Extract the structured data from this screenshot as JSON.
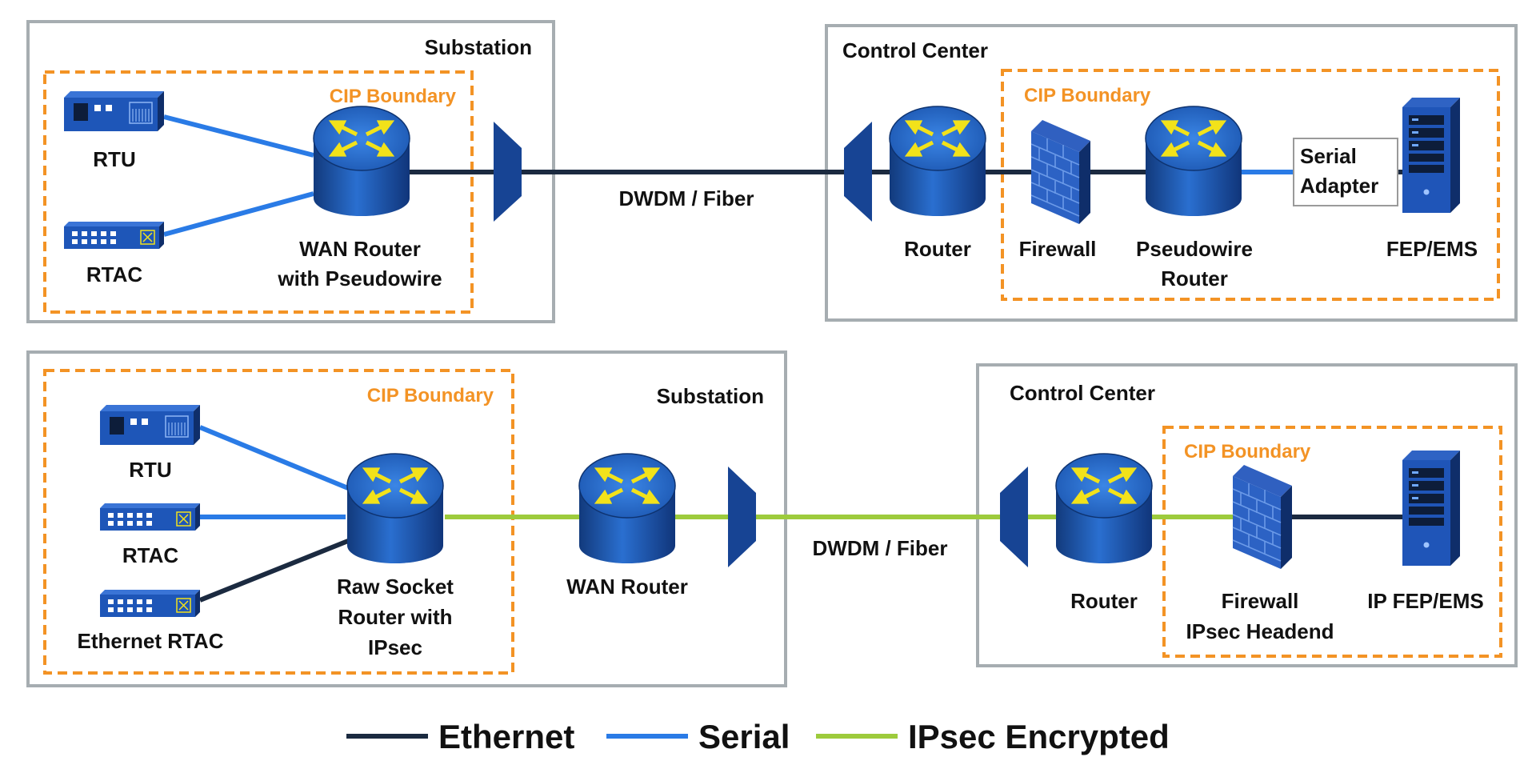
{
  "top": {
    "substation": {
      "title": "Substation",
      "cip_label": "CIP Boundary",
      "rtu_label": "RTU",
      "rtac_label": "RTAC",
      "router_label_1": "WAN Router",
      "router_label_2": "with Pseudowire"
    },
    "link_label": "DWDM / Fiber",
    "control": {
      "title": "Control Center",
      "cip_label": "CIP Boundary",
      "router_label": "Router",
      "firewall_label": "Firewall",
      "pw_router_label_1": "Pseudowire",
      "pw_router_label_2": "Router",
      "adapter_label_1": "Serial",
      "adapter_label_2": "Adapter",
      "server_label": "FEP/EMS"
    }
  },
  "bottom": {
    "substation": {
      "title": "Substation",
      "cip_label": "CIP Boundary",
      "rtu_label": "RTU",
      "rtac_label": "RTAC",
      "eth_rtac_label": "Ethernet RTAC",
      "router_label_1": "Raw Socket",
      "router_label_2": "Router with",
      "router_label_3": "IPsec",
      "wan_router_label": "WAN Router"
    },
    "link_label": "DWDM / Fiber",
    "control": {
      "title": "Control Center",
      "cip_label": "CIP Boundary",
      "router_label": "Router",
      "firewall_label_1": "Firewall",
      "firewall_label_2": "IPsec Headend",
      "server_label": "IP FEP/EMS"
    }
  },
  "legend": {
    "ethernet": "Ethernet",
    "serial": "Serial",
    "ipsec": "IPsec Encrypted"
  },
  "colors": {
    "ethernet": "#1b2a40",
    "serial": "#2a7be6",
    "ipsec": "#9dcb3c",
    "cip_boundary": "#f39325",
    "region_border": "#a6adb1",
    "device_blue": "#1a4fa0",
    "arrow_yellow": "#f2e21a"
  },
  "icons": {
    "router": "router-icon",
    "firewall": "firewall-icon",
    "server": "server-icon",
    "rtu": "rtu-icon",
    "rtac": "rtac-icon",
    "mux": "dwdm-mux-icon"
  }
}
